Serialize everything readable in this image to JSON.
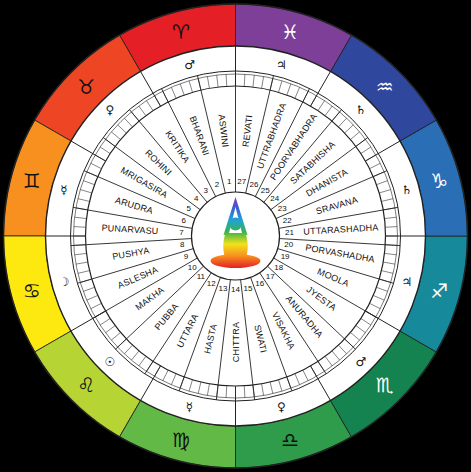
{
  "diagram": {
    "labels": [
      "ASWINI",
      "BHARANI",
      "KRITIKA",
      "ROHINI",
      "MRIGASIRA",
      "ARUDRA",
      "PUNARVASU",
      "PUSHYA",
      "ASLESHA",
      "MAKHA",
      "PUBBA",
      "UTTARA",
      "HASTA",
      "CHITTRA",
      "SWATI",
      "VISAKHA",
      "ANURADHA",
      "JYESTA",
      "MOOLA",
      "PORVASHADHA",
      "UTTARASHADHA",
      "SRAVANA",
      "DHANISTA",
      "SATABHISHA",
      "POORVABHADRA",
      "UTTRABHADRA",
      "REVATI",
      "1",
      "2",
      "3",
      "4",
      "5",
      "6",
      "7",
      "8",
      "9",
      "10",
      "11",
      "12",
      "13",
      "14",
      "15",
      "16",
      "17",
      "18",
      "19",
      "20",
      "21",
      "22",
      "23",
      "24",
      "25",
      "26",
      "27",
      "♈",
      "♉",
      "♊",
      "♋",
      "♌",
      "♍",
      "♎",
      "♏",
      "♐",
      "♑",
      "♒",
      "♓",
      "♂",
      "♀",
      "☿",
      "☽",
      "☉",
      "☿",
      "♀",
      "♂",
      "♃",
      "♄",
      "♄",
      "♃"
    ]
  }
}
